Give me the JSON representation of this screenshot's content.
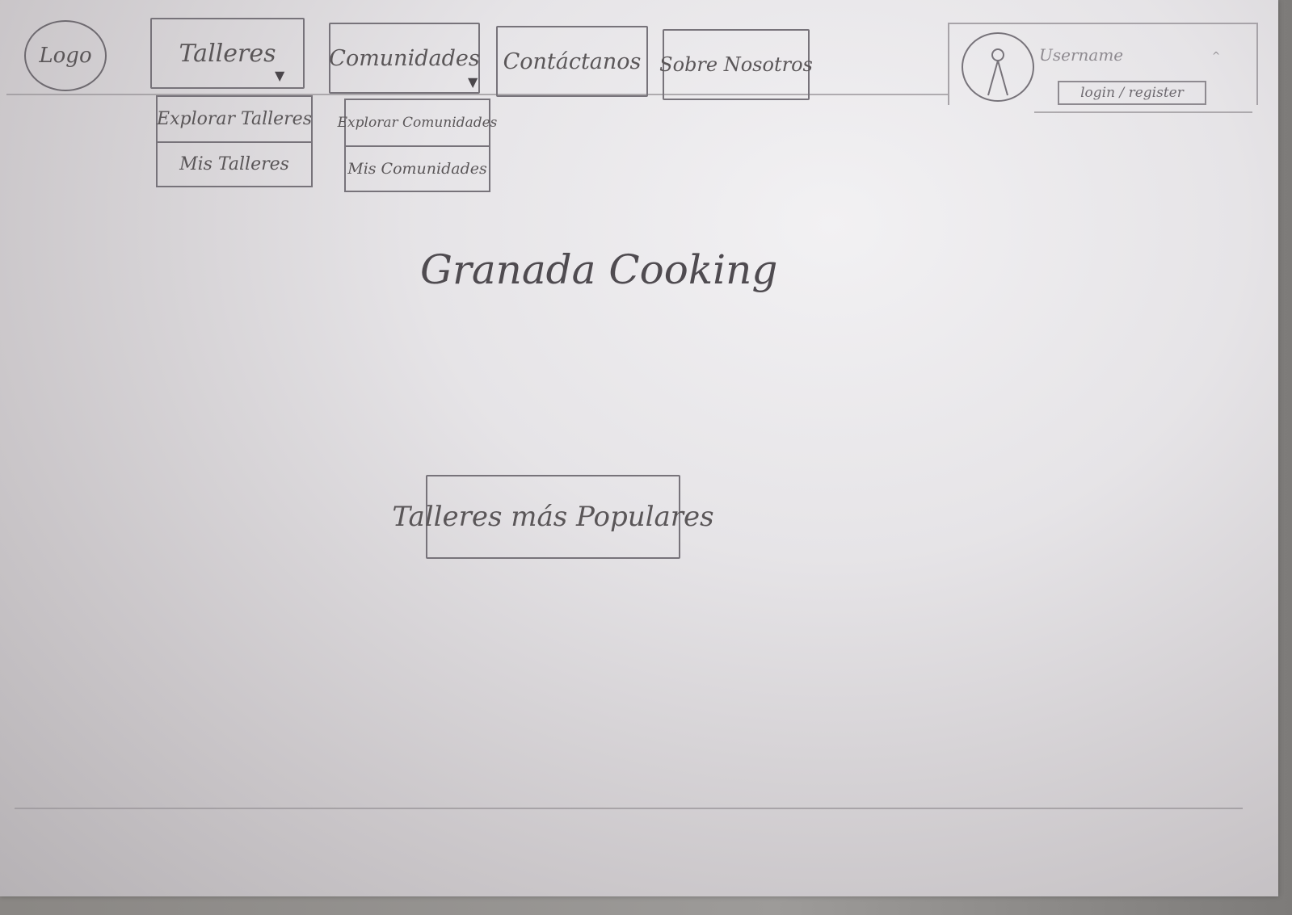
{
  "header": {
    "logo": "Logo",
    "nav": [
      {
        "label": "Talleres",
        "dropdown": [
          "Explorar Talleres",
          "Mis Talleres"
        ]
      },
      {
        "label": "Comunidades",
        "dropdown": [
          "Explorar Comunidades",
          "Mis Comunidades"
        ]
      },
      {
        "label": "Contáctanos"
      },
      {
        "label": "Sobre Nosotros"
      }
    ],
    "user": {
      "username": "Username",
      "login_label": "login / register"
    }
  },
  "main": {
    "title": "Granada Cooking",
    "popular_button": "Talleres más Populares"
  }
}
